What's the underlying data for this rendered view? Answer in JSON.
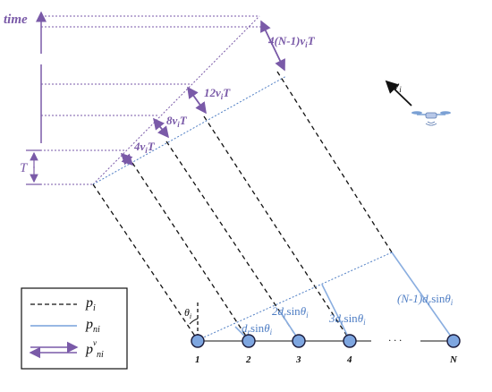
{
  "axis": {
    "time_label": "time",
    "period_label": "T"
  },
  "delays": {
    "d1": "4v",
    "d1_sub": "i",
    "d1_tail": "T",
    "d2": "8v",
    "d2_sub": "i",
    "d2_tail": "T",
    "d3": "12v",
    "d3_sub": "i",
    "d3_tail": "T",
    "dN_pre": "4(",
    "dN_N": "N",
    "dN_mid": "-1)v",
    "dN_sub": "i",
    "dN_tail": "T"
  },
  "path_diffs": {
    "p1_pre": "d",
    "p1_sub": "r",
    "p1_mid": "sin",
    "p1_theta": "θ",
    "p1_tsub": "i",
    "p2_pre": "2d",
    "p2_sub": "r",
    "p2_mid": "sin",
    "p2_theta": "θ",
    "p2_tsub": "i",
    "p3_pre": "3d",
    "p3_sub": "r",
    "p3_mid": "sin",
    "p3_theta": "θ",
    "p3_tsub": "i",
    "pN_pre": "(N-1)d",
    "pN_sub": "r",
    "pN_mid": "sin",
    "pN_theta": "θ",
    "pN_tsub": "i"
  },
  "angle_label": {
    "main": "θ",
    "sub": "i"
  },
  "velocity_label": {
    "main": "v",
    "sub": "i"
  },
  "antennas": [
    "1",
    "2",
    "3",
    "4",
    "N"
  ],
  "ellipsis": "· · ·",
  "legend": {
    "item1": {
      "main": "p",
      "sub": "i"
    },
    "item2": {
      "main": "p",
      "sub": "ni"
    },
    "item3": {
      "main": "p",
      "sup": "v",
      "sub": "ni"
    }
  },
  "colors": {
    "purple": "#7a5aa8",
    "blue": "#4f7ec4",
    "black": "#111111",
    "node_fill": "#7ea6e0"
  }
}
